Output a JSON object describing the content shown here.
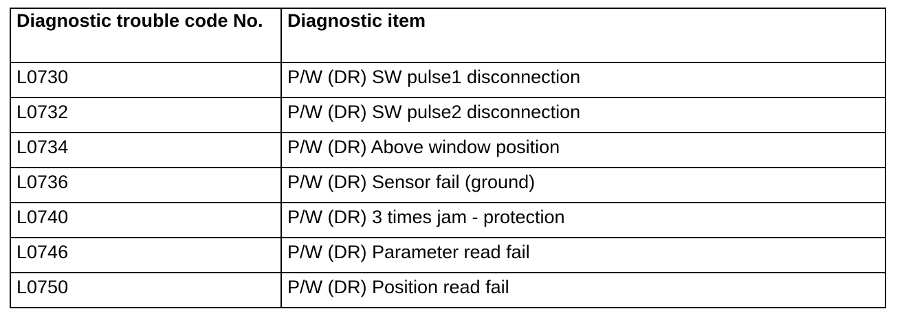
{
  "table": {
    "headers": [
      "Diagnostic trouble code No.",
      "Diagnostic item"
    ],
    "rows": [
      [
        "L0730",
        "P/W (DR) SW pulse1 disconnection"
      ],
      [
        "L0732",
        "P/W (DR) SW pulse2 disconnection"
      ],
      [
        "L0734",
        "P/W (DR) Above window position"
      ],
      [
        "L0736",
        "P/W (DR) Sensor fail (ground)"
      ],
      [
        "L0740",
        "P/W (DR) 3 times jam - protection"
      ],
      [
        "L0746",
        "P/W (DR) Parameter read fail"
      ],
      [
        "L0750",
        "P/W (DR) Position read fail"
      ]
    ]
  }
}
